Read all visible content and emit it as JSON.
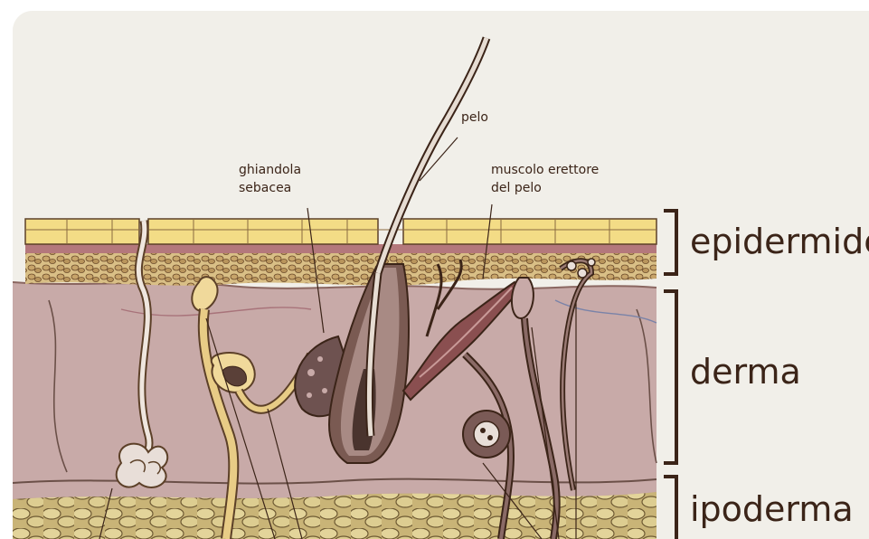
{
  "labels": {
    "pelo": "pelo",
    "ghiandola_line1": "ghiandola",
    "ghiandola_line2": "sebacea",
    "muscolo_line1": "muscolo erettore",
    "muscolo_line2": "del pelo"
  },
  "layers": {
    "epidermide": "epidermide",
    "derma": "derma",
    "ipoderma": "ipoderma"
  },
  "colors": {
    "paper": "#f1efe9",
    "epidermis": "#f3dc86",
    "dermis": "#c8aaa8",
    "hypodermis": "#d9c890",
    "ink": "#3b2418"
  }
}
